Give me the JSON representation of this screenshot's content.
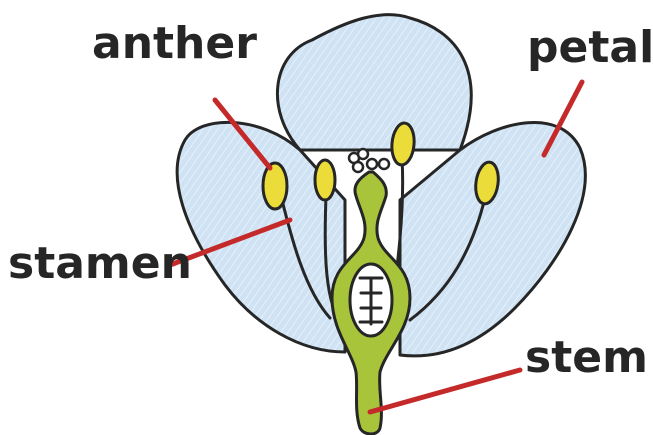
{
  "labels": {
    "anther": "anther",
    "petal": "petal",
    "stamen": "stamen",
    "stem": "stem"
  },
  "colors": {
    "petal_fill": "#cfe3f4",
    "outline": "#262626",
    "pistil_green": "#a7c43a",
    "anther_yellow": "#ecdc3a",
    "leader_red": "#c52a2a",
    "label_text": "#262626"
  }
}
